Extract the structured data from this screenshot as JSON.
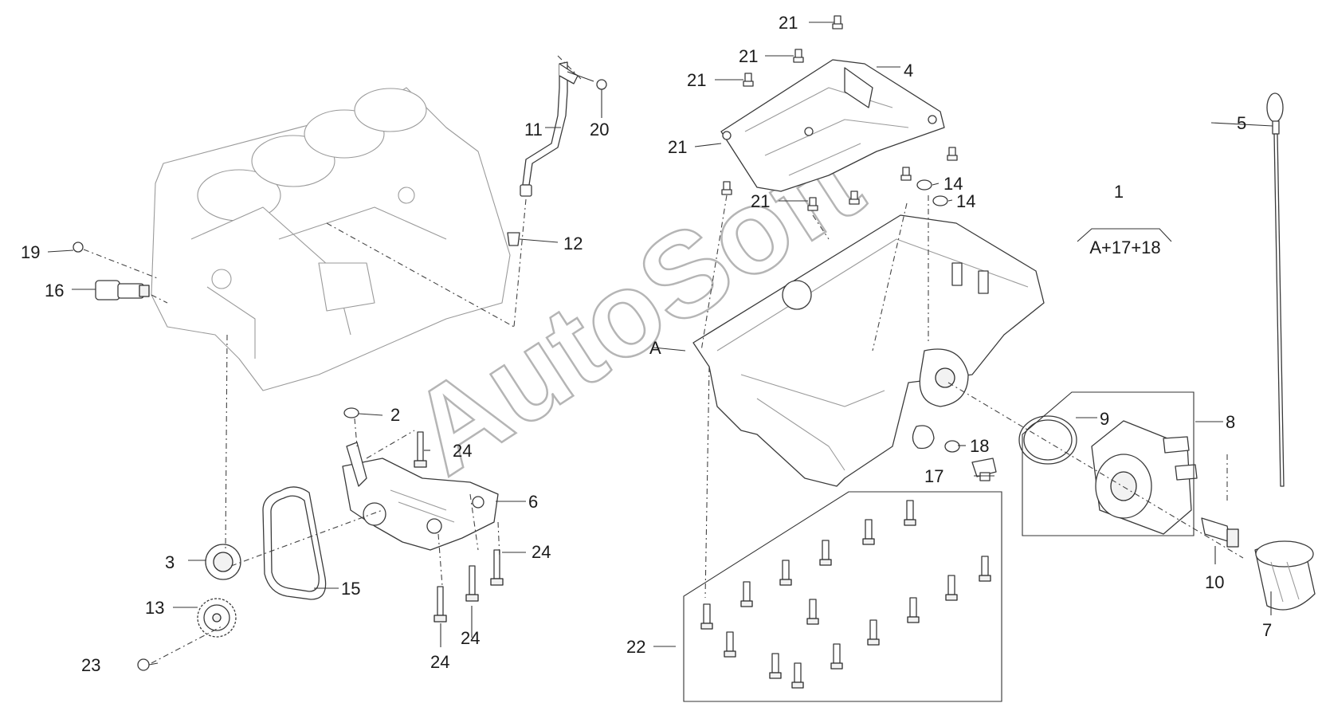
{
  "watermark": "AutoSoft",
  "callouts": {
    "c1": "1",
    "assembly_formula": "A+17+18",
    "c2": "2",
    "c3": "3",
    "c4": "4",
    "c5": "5",
    "c6": "6",
    "c7": "7",
    "c8": "8",
    "c9": "9",
    "c10": "10",
    "c11": "11",
    "c12": "12",
    "c13": "13",
    "c14a": "14",
    "c14b": "14",
    "c15": "15",
    "c16": "16",
    "c17": "17",
    "c18": "18",
    "c19": "19",
    "c20": "20",
    "c21a": "21",
    "c21b": "21",
    "c21c": "21",
    "c21d": "21",
    "c21e": "21",
    "c22": "22",
    "c23": "23",
    "c24a": "24",
    "c24b": "24",
    "c24c": "24",
    "c24d": "24",
    "cA": "A"
  }
}
